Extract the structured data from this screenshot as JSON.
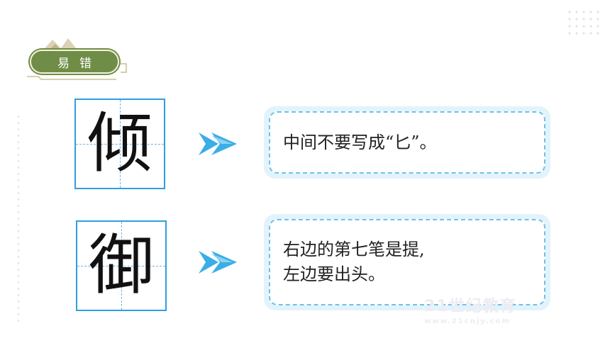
{
  "header": {
    "label": "易错"
  },
  "items": [
    {
      "character": "倾",
      "note_lines": [
        "中间不要写成“匕”。"
      ]
    },
    {
      "character": "御",
      "note_lines": [
        "右边的第七笔是提,",
        "左边要出头。"
      ]
    }
  ],
  "watermark": {
    "main": "21世纪教育",
    "sub": "www.21cnjy.com"
  },
  "colors": {
    "label_green": "#6f8d47",
    "grid_blue": "#2f9ede",
    "note_bg": "#e3f3fb",
    "arrow_blue": "#3aaee6"
  },
  "icons": {
    "arrow": "double-chevron-right-arrow-icon",
    "mountain": "mountain-ornament-icon"
  }
}
